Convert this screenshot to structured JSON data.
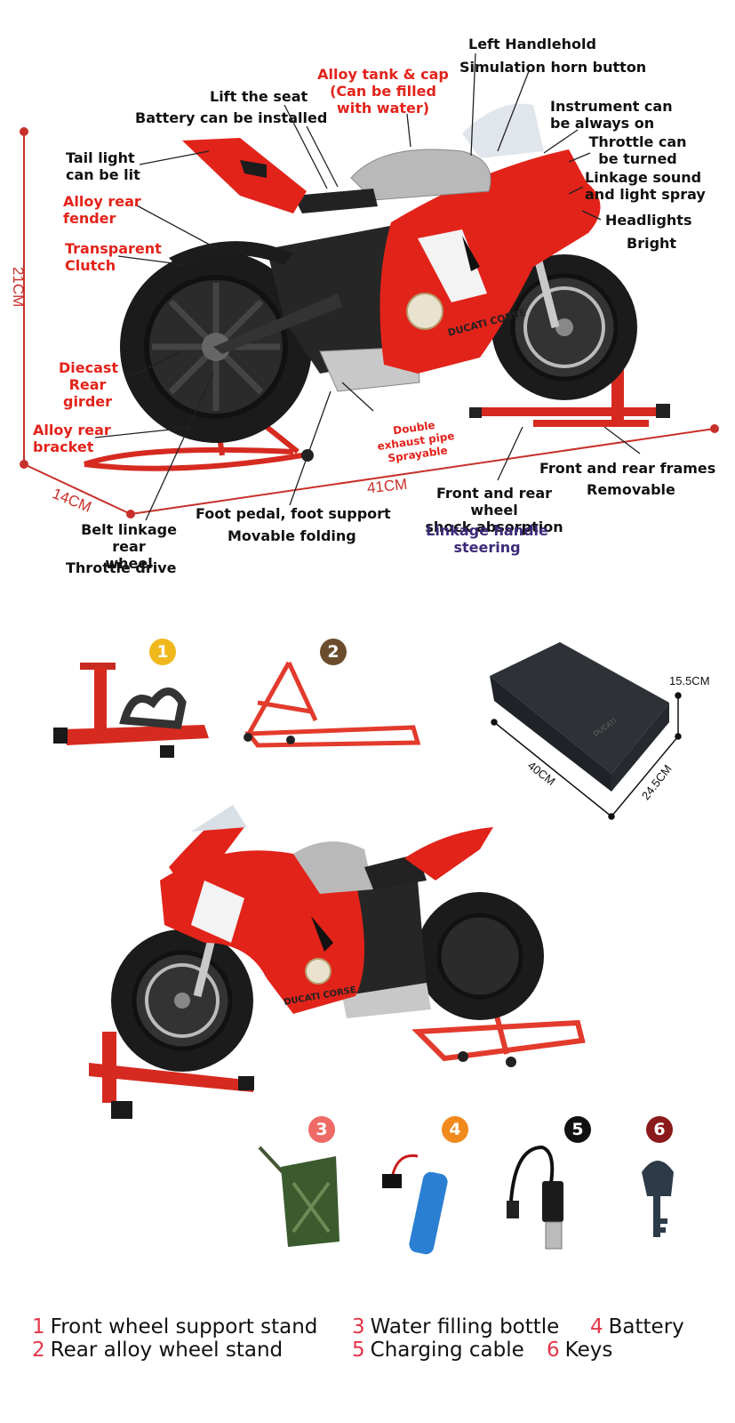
{
  "dimensions": {
    "height": "21CM",
    "depth": "14CM",
    "length": "41CM"
  },
  "features": {
    "left_handlehold": "Left Handlehold",
    "horn_button": "Simulation horn button",
    "alloy_tank": "Alloy tank & cap\n(Can be filled\nwith water)",
    "lift_seat": "Lift the seat",
    "battery_installed": "Battery can be installed",
    "instrument": "Instrument can\nbe always on",
    "throttle_turned": "Throttle can\nbe turned",
    "tail_light": "Tail light\ncan be lit",
    "linkage_sound": "Linkage sound\nand light spray",
    "alloy_rear_fender": "Alloy rear\nfender",
    "headlights": "Headlights",
    "bright": "Bright",
    "transparent_clutch": "Transparent\nClutch",
    "diecast_girder": "Diecast\nRear\ngirder",
    "alloy_rear_bracket": "Alloy rear\nbracket",
    "double_exhaust": "Double\nexhaust pipe\nSprayable",
    "frames_removable_1": "Front and rear frames",
    "frames_removable_2": "Removable",
    "shock_absorption": "Front and rear wheel\nshock absorption",
    "linkage_steering": "Linkage handle\nsteering",
    "foot_pedal": "Foot pedal, foot support",
    "movable_folding": "Movable folding",
    "belt_linkage": "Belt linkage rear\nwheel",
    "throttle_drive": "Throttle drive"
  },
  "box": {
    "height": "15.5CM",
    "length": "40CM",
    "width": "24.5CM",
    "lid_text": "DUCATI"
  },
  "bike_branding": "DUCATI CORSE",
  "accessories": [
    {
      "num": "1",
      "badge_color": "#f1b81d"
    },
    {
      "num": "2",
      "badge_color": "#6b4d2e"
    },
    {
      "num": "3",
      "badge_color": "#ee6a66"
    },
    {
      "num": "4",
      "badge_color": "#f08a1c"
    },
    {
      "num": "5",
      "badge_color": "#111111"
    },
    {
      "num": "6",
      "badge_color": "#8b1a1a"
    }
  ],
  "legend": [
    {
      "num": "1",
      "text": "Front wheel support stand"
    },
    {
      "num": "3",
      "text": "Water filling bottle"
    },
    {
      "num": "4",
      "text": "Battery"
    },
    {
      "num": "2",
      "text": "Rear alloy wheel stand"
    },
    {
      "num": "5",
      "text": "Charging cable"
    },
    {
      "num": "6",
      "text": "Keys"
    }
  ]
}
